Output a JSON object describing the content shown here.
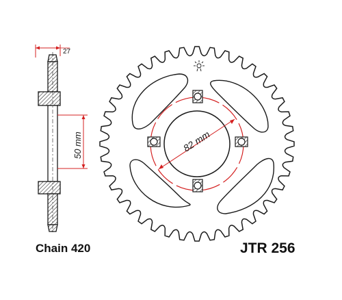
{
  "labels": {
    "chain": "Chain 420",
    "part_number": "JTR 256",
    "dim_thickness": "27",
    "dim_offset": "50 mm",
    "dim_pcd": "82 mm"
  },
  "sprocket": {
    "teeth": 40,
    "bolt_holes": 4
  },
  "colors": {
    "line": "#1a1a1a",
    "dimension": "#d42020",
    "hatch_fill": "#e8e8e8",
    "background": "#ffffff"
  },
  "icons": {
    "center_mark": "sunburst-icon"
  }
}
